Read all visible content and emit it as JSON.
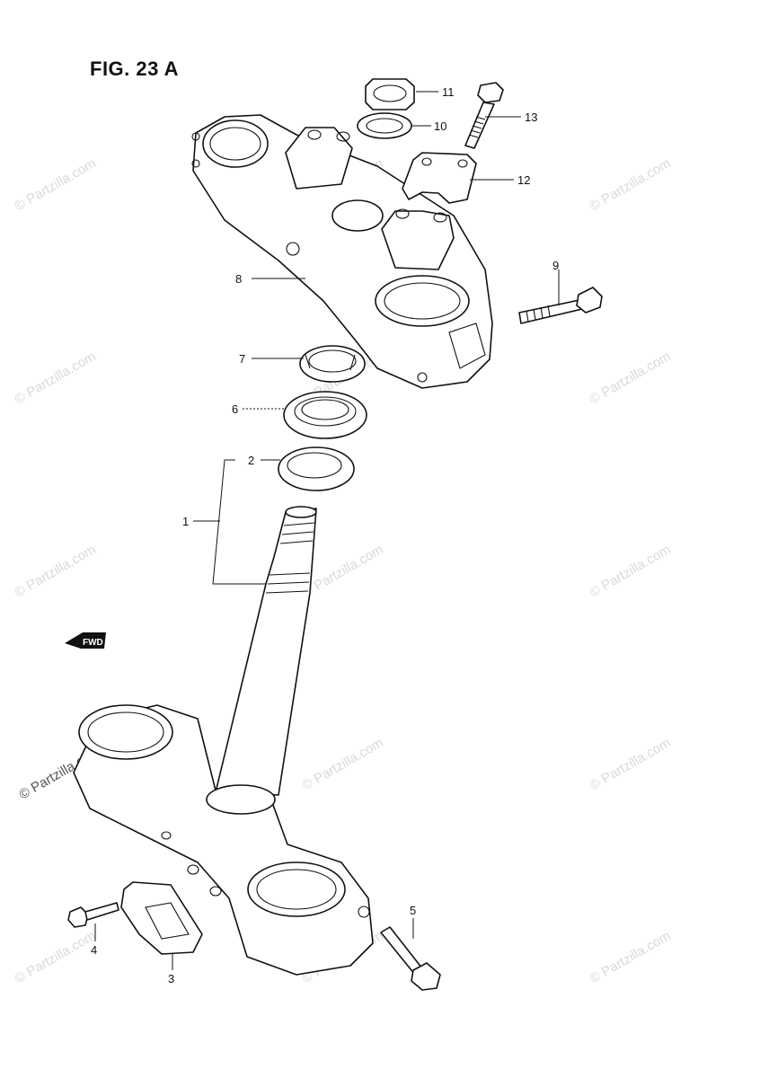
{
  "figure": {
    "title": "FIG. 23 A"
  },
  "callouts": [
    {
      "id": "label-1",
      "text": "1"
    },
    {
      "id": "label-2",
      "text": "2"
    },
    {
      "id": "label-3",
      "text": "3"
    },
    {
      "id": "label-4",
      "text": "4"
    },
    {
      "id": "label-5",
      "text": "5"
    },
    {
      "id": "label-6",
      "text": "6"
    },
    {
      "id": "label-7",
      "text": "7"
    },
    {
      "id": "label-8",
      "text": "8"
    },
    {
      "id": "label-9",
      "text": "9"
    },
    {
      "id": "label-10",
      "text": "10"
    },
    {
      "id": "label-11",
      "text": "11"
    },
    {
      "id": "label-12",
      "text": "12"
    },
    {
      "id": "label-13",
      "text": "13"
    }
  ],
  "direction_marker": {
    "text": "FWD"
  },
  "watermark": {
    "text": "© Partzilla.com"
  }
}
